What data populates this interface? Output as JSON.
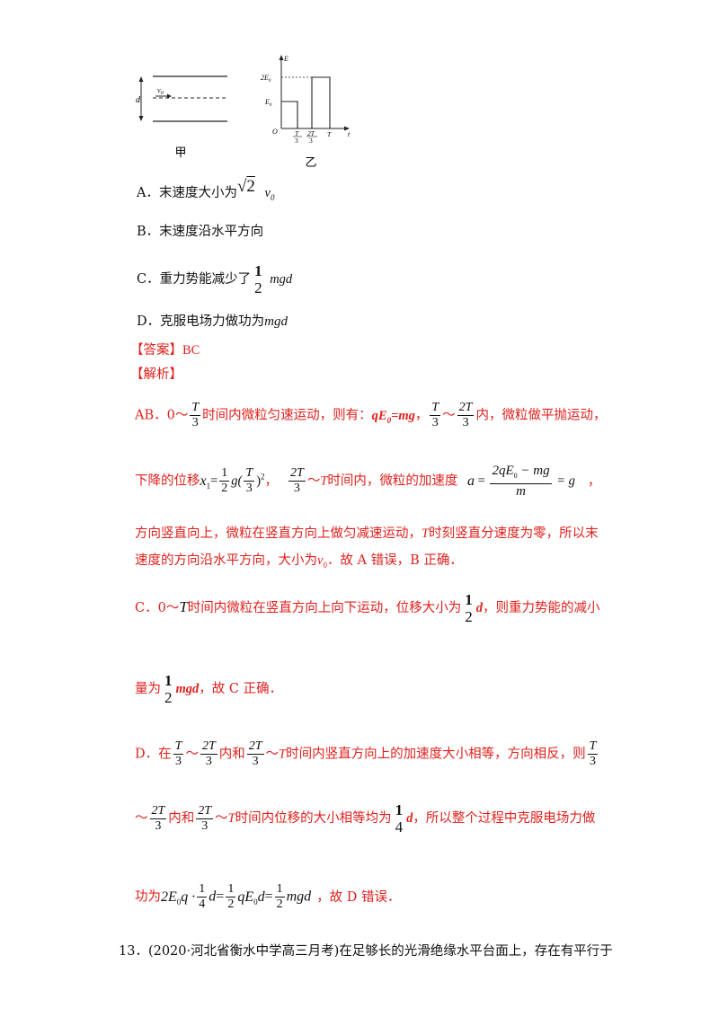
{
  "figures": {
    "jia": {
      "caption": "甲",
      "d_label": "d",
      "v_label": "v",
      "v_sub": "0"
    },
    "yi": {
      "caption": "乙",
      "y_axis": "E",
      "x_axis": "t",
      "origin": "O",
      "y_tick_2e": "2E",
      "y_tick_e": "E",
      "sub0": "0",
      "x_t3_num": "T",
      "x_t3_den": "3",
      "x_2t3_num": "2T",
      "x_2t3_den": "3",
      "x_T": "T"
    }
  },
  "options": {
    "a_text": "A．末速度大小为",
    "a_sqrt": "2",
    "a_v": "v",
    "a_sub": "0",
    "b_text": "B．末速度沿水平方向",
    "c_text": "C．重力势能减少了",
    "c_num": "1",
    "c_den": "2",
    "c_tail": "mgd",
    "d_text": "D．克服电场力做功为",
    "d_tail": "mgd"
  },
  "answer": {
    "label": "【答案】",
    "value": "BC",
    "analysis_label": "【解析】"
  },
  "analysis": {
    "ab_l1_a": "AB．0～",
    "ab_l1_b": "时间内微粒匀速运动，则有：",
    "ab_l1_eq": "qE",
    "ab_l1_eq_sub": "0",
    "ab_l1_eq_tail": "=mg",
    "ab_l1_c": "，",
    "ab_l1_d": "～",
    "ab_l1_e": "内，微粒做平抛运动，",
    "ab_l2_a": "下降的位移",
    "ab_l2_x1": "x",
    "ab_l2_x1_sub": "1",
    "ab_l2_eq": "=",
    "ab_l2_g": "g(",
    "ab_l2_close": ")",
    "ab_l2_sq": "2",
    "ab_l2_b": "，",
    "ab_l2_c": "～",
    "ab_l2_T": "T",
    "ab_l2_d": "时间内，微粒的加速度",
    "ab_l2_a_var": "a",
    "ab_l2_acc_num": "2qE",
    "ab_l2_acc_num_sub": "0",
    "ab_l2_acc_num_tail": " − mg",
    "ab_l2_acc_den": "m",
    "ab_l2_acc_eq": " = g",
    "ab_l2_e": "，",
    "ab_l3_a": "方向竖直向上，微粒在竖直方向上做匀减速运动，",
    "ab_l3_T": "T",
    "ab_l3_b": "时刻竖直分速度为零，所以末",
    "ab_l4_a": "速度的方向沿水平方向，大小为",
    "ab_l4_v": "v",
    "ab_l4_sub": "0",
    "ab_l4_b": "．故 A 错误，B 正确．",
    "c_l1_a": "C．0～",
    "c_l1_T": "T",
    "c_l1_b": "时间内微粒在竖直方向上向下运动，位移大小为",
    "c_l1_d": "d",
    "c_l1_c": "，则重力势能的减小",
    "c_l2_a": "量为",
    "c_l2_mgd": "mgd",
    "c_l2_b": "，故 C 正确．",
    "d_l1_a": "D．在",
    "d_l1_b": "～",
    "d_l1_c": "内和",
    "d_l1_d": "～",
    "d_l1_T": "T",
    "d_l1_e": "时间内竖直方向上的加速度大小相等，方向相反，则",
    "d_l2_a": "～",
    "d_l2_b": "内和",
    "d_l2_c": "～",
    "d_l2_T": "T",
    "d_l2_d": "时间内位移的大小相等均为",
    "d_l2_dv": "d",
    "d_l2_e": "，所以整个过程中克服电场力做",
    "d_l3_a": "功为",
    "d_l3_2E": "2E",
    "d_l3_sub0": "0",
    "d_l3_q": "q ·",
    "d_l3_d1": "d",
    "d_l3_eq1": "=",
    "d_l3_qE": "qE",
    "d_l3_sub0b": "0",
    "d_l3_d2": "d",
    "d_l3_eq2": "=",
    "d_l3_mgd": "mgd",
    "d_l3_b": "，故 D 错误．"
  },
  "fractions": {
    "T": "T",
    "three": "3",
    "twoT": "2T",
    "one": "1",
    "two": "2",
    "four": "4"
  },
  "next_question": {
    "text": "13．(2020·河北省衡水中学高三月考)在足够长的光滑绝缘水平台面上，存在有平行于"
  }
}
